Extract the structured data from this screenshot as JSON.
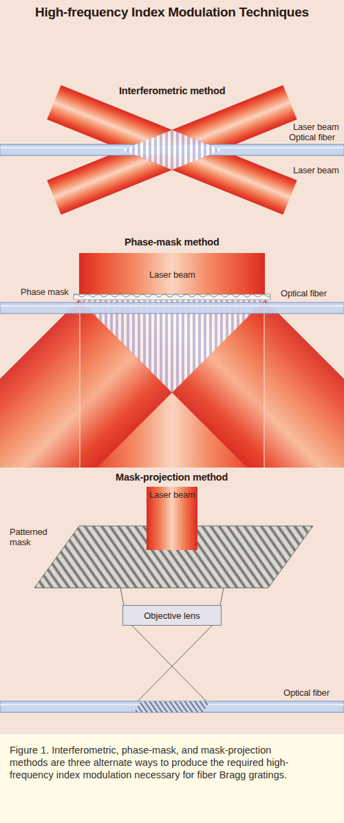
{
  "diagram": {
    "title": "High-frequency Index Modulation Techniques",
    "caption": "Figure 1. Interferometric, phase-mask, and mask-projection methods are three alternate ways to produce the required high-frequency index modulation necessary for fiber Bragg gratings.",
    "nodes": [
      {
        "text": [
          "Objective lens"
        ]
      }
    ],
    "labels": [
      "Interferometric method",
      "Laser beam",
      "Optical fiber",
      "Laser beam",
      "Phase-mask method",
      "Phase mask",
      "Laser beam",
      "Optical fiber",
      "Mask-projection method",
      "Laser beam",
      "Patterned mask",
      "Optical fiber"
    ]
  }
}
